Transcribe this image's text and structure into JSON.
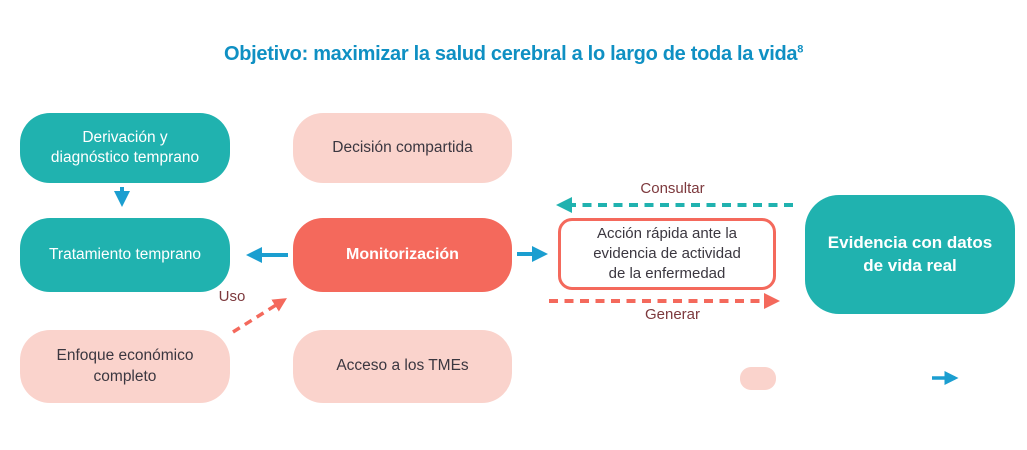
{
  "title": {
    "text": "Objetivo: maximizar la salud cerebral a lo largo de toda la vida",
    "reference": "8"
  },
  "boxes": {
    "derivacion": {
      "label": "Derivación y\ndiagnóstico temprano"
    },
    "tratamiento": {
      "label": "Tratamiento temprano"
    },
    "enfoque": {
      "label": "Enfoque económico\ncompleto"
    },
    "decision": {
      "label": "Decisión compartida"
    },
    "monitorizacion": {
      "label": "Monitorización"
    },
    "acceso": {
      "label": "Acceso a los TMEs"
    },
    "accion_rapida": {
      "label": "Acción rápida ante la\nevidencia de actividad\nde la enfermedad"
    },
    "evidencia": {
      "label": "Evidencia con datos\nde vida real"
    }
  },
  "arrow_labels": {
    "consultar": "Consultar",
    "generar": "Generar",
    "uso": "Uso"
  },
  "legend": {
    "box_marker_icon": "pink-rounded-rectangle-marker",
    "arrow_marker_icon": "blue-right-arrow-marker"
  },
  "colors": {
    "teal": "#20b2af",
    "coral": "#f4695c",
    "pink": "#fad3cc",
    "arrow_blue": "#1b9ed0",
    "title_blue": "#0f90c3",
    "label_maroon": "#7d393d",
    "text_dark": "#3b3740",
    "text_light": "#ffffff",
    "background": "#ffffff"
  }
}
